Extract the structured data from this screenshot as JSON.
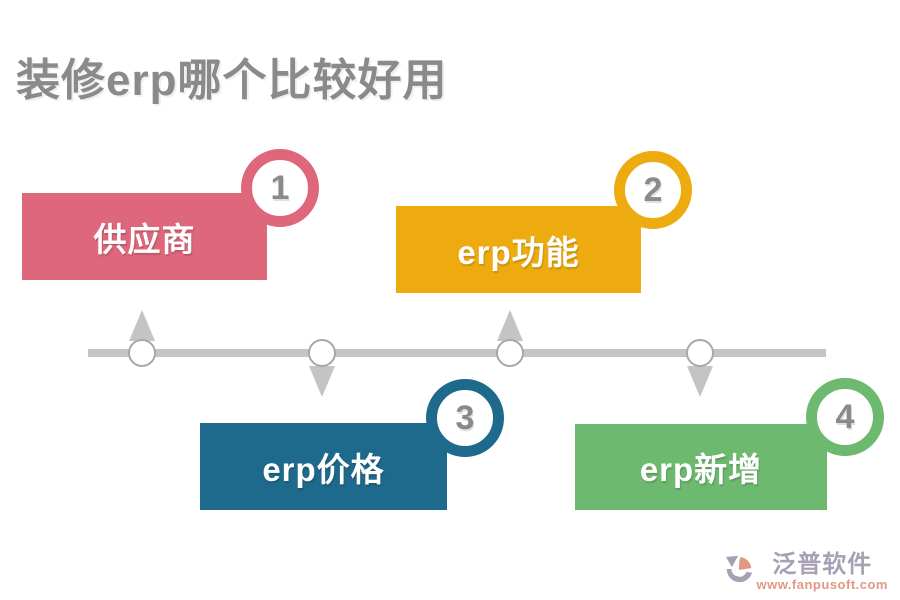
{
  "title": "装修erp哪个比较好用",
  "title_color": "#8a8a8a",
  "steps": [
    {
      "number": "1",
      "label": "供应商",
      "color": "#df677b",
      "position": "top"
    },
    {
      "number": "2",
      "label": "erp功能",
      "color": "#eeab10",
      "position": "top"
    },
    {
      "number": "3",
      "label": "erp价格",
      "color": "#1e6a8c",
      "position": "bottom"
    },
    {
      "number": "4",
      "label": "erp新增",
      "color": "#6cb96f",
      "position": "bottom"
    }
  ],
  "step_number_color": "#8a8a8a",
  "timeline": {
    "line_color": "#c4c4c4",
    "node_count": 4,
    "arrow_directions": [
      "up",
      "down",
      "up",
      "down"
    ]
  },
  "logo": {
    "name": "泛普软件",
    "url": "www.fanpusoft.com",
    "name_color": "#a49bb0",
    "url_color": "#e2937d",
    "icon": "fanpu-logo-icon"
  }
}
